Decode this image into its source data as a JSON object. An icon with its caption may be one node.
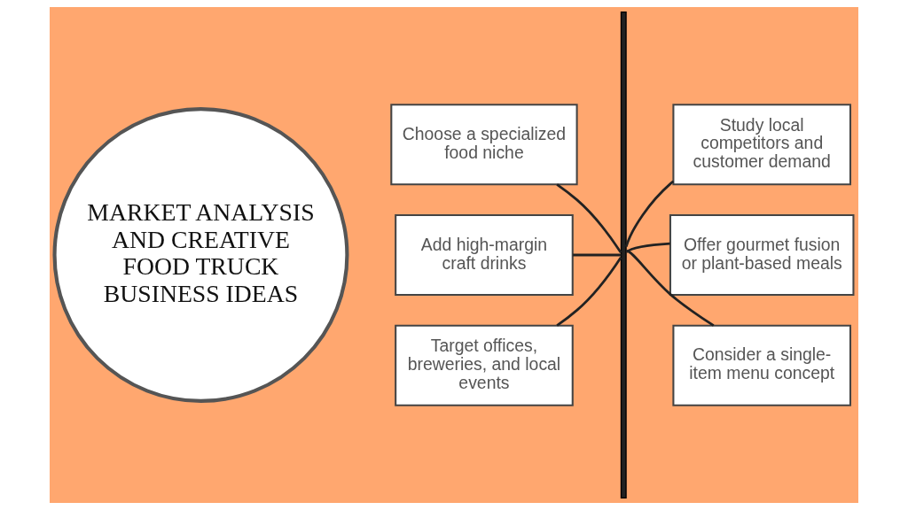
{
  "diagram": {
    "nodes": [
      {
        "text": [
          "MARKET ANALYSIS AND CREATIVE FOOD TRUCK BUSINESS IDEAS"
        ]
      },
      {
        "text": [],
        "shape": "bar"
      },
      {
        "text": [
          "Study local competitors and customer demand"
        ]
      },
      {
        "text": [
          "Choose a specialized food niche"
        ]
      },
      {
        "text": [
          "Offer gourmet fusion or plant-based meals"
        ]
      },
      {
        "text": [
          "Add high-margin craft drinks"
        ]
      },
      {
        "text": [
          "Consider a single-item menu concept"
        ]
      },
      {
        "text": [
          "Target offices, breweries, and local events"
        ]
      }
    ],
    "edges": [
      {
        "from": 2,
        "to": 1,
        "arrow": "none"
      },
      {
        "from": 3,
        "to": 1,
        "arrow": "none"
      },
      {
        "from": 4,
        "to": 1,
        "arrow": "none"
      },
      {
        "from": 5,
        "to": 1,
        "arrow": "none"
      },
      {
        "from": 6,
        "to": 1,
        "arrow": "none"
      },
      {
        "from": 7,
        "to": 1,
        "arrow": "none"
      }
    ]
  }
}
